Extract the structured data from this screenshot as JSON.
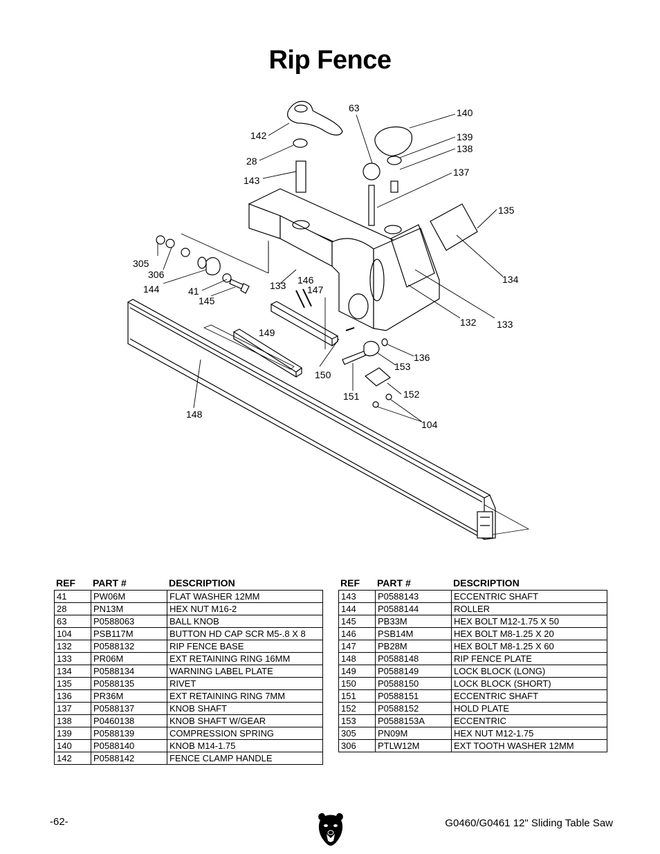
{
  "page_title": "Rip Fence",
  "diagram_labels": [
    "63",
    "140",
    "142",
    "139",
    "138",
    "28",
    "143",
    "137",
    "135",
    "305",
    "306",
    "133",
    "146",
    "147",
    "134",
    "144",
    "41",
    "145",
    "132",
    "133",
    "149",
    "136",
    "153",
    "150",
    "152",
    "151",
    "104",
    "148"
  ],
  "table_headers": {
    "ref": "REF",
    "part": "PART #",
    "desc": "DESCRIPTION"
  },
  "left_table": [
    {
      "ref": "41",
      "part": "PW06M",
      "desc": "FLAT WASHER 12MM"
    },
    {
      "ref": "28",
      "part": "PN13M",
      "desc": "HEX NUT M16-2"
    },
    {
      "ref": "63",
      "part": "P0588063",
      "desc": "BALL KNOB"
    },
    {
      "ref": "104",
      "part": "PSB117M",
      "desc": "BUTTON HD CAP SCR M5-.8 X 8"
    },
    {
      "ref": "132",
      "part": "P0588132",
      "desc": "RIP FENCE BASE"
    },
    {
      "ref": "133",
      "part": "PR06M",
      "desc": "EXT RETAINING RING 16MM"
    },
    {
      "ref": "134",
      "part": "P0588134",
      "desc": "WARNING LABEL PLATE"
    },
    {
      "ref": "135",
      "part": "P0588135",
      "desc": "RIVET"
    },
    {
      "ref": "136",
      "part": "PR36M",
      "desc": "EXT RETAINING RING 7MM"
    },
    {
      "ref": "137",
      "part": "P0588137",
      "desc": "KNOB SHAFT"
    },
    {
      "ref": "138",
      "part": "P0460138",
      "desc": "KNOB SHAFT W/GEAR"
    },
    {
      "ref": "139",
      "part": "P0588139",
      "desc": "COMPRESSION SPRING"
    },
    {
      "ref": "140",
      "part": "P0588140",
      "desc": "KNOB M14-1.75"
    },
    {
      "ref": "142",
      "part": "P0588142",
      "desc": "FENCE CLAMP HANDLE"
    }
  ],
  "right_table": [
    {
      "ref": "143",
      "part": "P0588143",
      "desc": "ECCENTRIC SHAFT"
    },
    {
      "ref": "144",
      "part": "P0588144",
      "desc": "ROLLER"
    },
    {
      "ref": "145",
      "part": "PB33M",
      "desc": "HEX BOLT M12-1.75 X 50"
    },
    {
      "ref": "146",
      "part": "PSB14M",
      "desc": "HEX BOLT M8-1.25 X 20"
    },
    {
      "ref": "147",
      "part": "PB28M",
      "desc": "HEX BOLT M8-1.25 X 60"
    },
    {
      "ref": "148",
      "part": "P0588148",
      "desc": "RIP FENCE PLATE"
    },
    {
      "ref": "149",
      "part": "P0588149",
      "desc": "LOCK BLOCK (LONG)"
    },
    {
      "ref": "150",
      "part": "P0588150",
      "desc": "LOCK BLOCK (SHORT)"
    },
    {
      "ref": "151",
      "part": "P0588151",
      "desc": "ECCENTRIC SHAFT"
    },
    {
      "ref": "152",
      "part": "P0588152",
      "desc": "HOLD PLATE"
    },
    {
      "ref": "153",
      "part": "P0588153A",
      "desc": "ECCENTRIC"
    },
    {
      "ref": "305",
      "part": "PN09M",
      "desc": "HEX NUT M12-1.75"
    },
    {
      "ref": "306",
      "part": "PTLW12M",
      "desc": "EXT TOOTH WASHER 12MM"
    }
  ],
  "footer": {
    "page_number": "-62-",
    "model": "G0460/G0461 12\" Sliding Table Saw"
  }
}
